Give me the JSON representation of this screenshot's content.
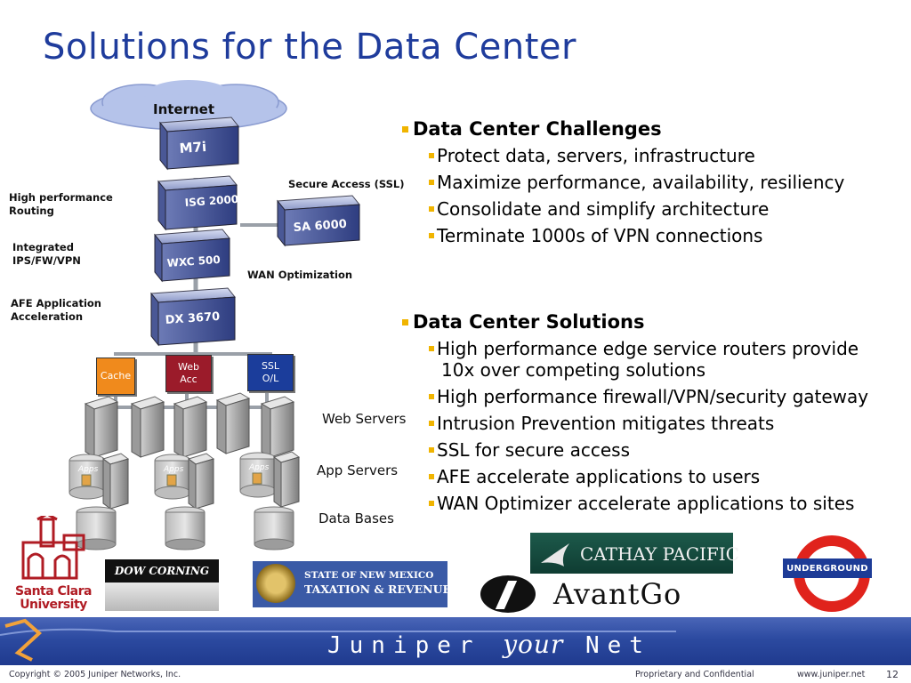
{
  "slide": {
    "title": "Solutions for the Data Center",
    "page_number": "12"
  },
  "diagram": {
    "cloud_label": "Internet",
    "device_labels": [
      "M7i",
      "ISG 2000",
      "SA 6000",
      "WXC 500",
      "DX 3670"
    ],
    "side_labels": {
      "routing": [
        "High performance",
        "Routing"
      ],
      "ips": [
        "Integrated",
        "IPS/FW/VPN"
      ],
      "afe": [
        "AFE Application",
        "Acceleration"
      ],
      "secure_access": "Secure Access (SSL)",
      "wan_opt": "WAN Optimization"
    },
    "boxes": {
      "cache": "Cache",
      "web_acc": [
        "Web",
        "Acc"
      ],
      "ssl_ol": [
        "SSL",
        "O/L"
      ]
    },
    "apps_label": "Apps",
    "tiers": {
      "web": "Web Servers",
      "app": "App Servers",
      "db": "Data Bases"
    }
  },
  "bullets": {
    "challenges": {
      "heading": "Data Center Challenges",
      "items": [
        "Protect data, servers, infrastructure",
        "Maximize performance, availability, resiliency",
        "Consolidate and simplify architecture",
        "Terminate 1000s of VPN connections"
      ]
    },
    "solutions": {
      "heading": "Data Center Solutions",
      "items": [
        [
          "High performance edge service routers provide",
          "10x over competing solutions"
        ],
        "High performance firewall/VPN/security gateway",
        "Intrusion Prevention mitigates threats",
        "SSL for secure access",
        "AFE accelerate applications to users",
        "WAN Optimizer accelerate applications to sites"
      ]
    }
  },
  "logos": {
    "santa_clara": [
      "Santa Clara",
      "University"
    ],
    "dow_corning": "DOW CORNING",
    "nm_taxation": [
      "STATE OF NEW MEXICO",
      "TAXATION & REVENUE"
    ],
    "cathay": "CATHAY PACIFIC",
    "avantgo": "AvantGo",
    "underground": "UNDERGROUND"
  },
  "footer": {
    "brand": "Juniper",
    "brand_script": "your",
    "brand_tail": "Net",
    "copyright": "Copyright © 2005 Juniper Networks, Inc.",
    "proprietary": "Proprietary and Confidential",
    "url": "www.juniper.net"
  },
  "colors": {
    "title": "#1f3c9c",
    "bullet": "#f0b400",
    "cache": "#f08a1c",
    "web_acc": "#9b1b2a",
    "ssl_ol": "#1b3d9b",
    "footer": "#2c4aa0"
  }
}
